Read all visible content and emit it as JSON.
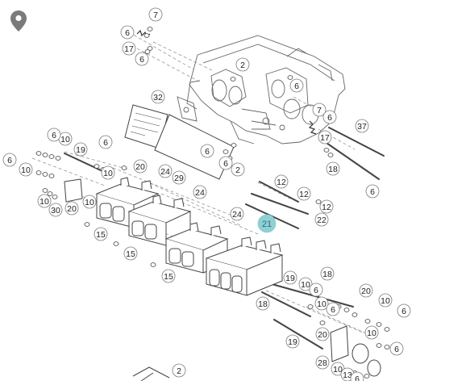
{
  "map_pin_icon": "location-pin-icon",
  "callouts": [
    "7",
    "6",
    "17",
    "6",
    "2",
    "6",
    "32",
    "7",
    "6",
    "37",
    "17",
    "6",
    "10",
    "19",
    "6",
    "6",
    "10",
    "10",
    "20",
    "24",
    "29",
    "6",
    "2",
    "18",
    "6",
    "12",
    "12",
    "12",
    "22",
    "6",
    "10",
    "30",
    "20",
    "10",
    "24",
    "24",
    "21",
    "15",
    "15",
    "15",
    "18",
    "19",
    "10",
    "6",
    "20",
    "18",
    "10",
    "6",
    "10",
    "6",
    "19",
    "20",
    "10",
    "6",
    "28",
    "10",
    "13",
    "6",
    "2"
  ],
  "highlighted_callout": "21",
  "colors": {
    "line": "#5a5a5a",
    "callout_border": "#7a7a7a",
    "highlight_fill": "#8ecfd6",
    "pin": "#7b7b7b"
  }
}
